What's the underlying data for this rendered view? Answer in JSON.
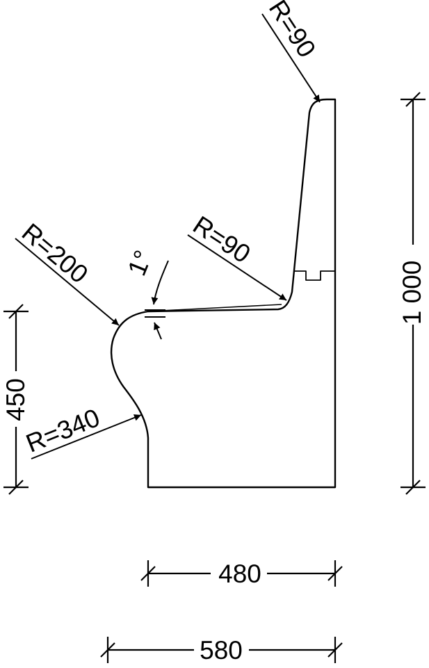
{
  "drawing": {
    "colors": {
      "line": "#000000",
      "background": "#ffffff"
    },
    "dimensions": {
      "overall_height": "1 000",
      "seat_height": "450",
      "seat_depth": "480",
      "overall_depth": "580"
    },
    "radii": {
      "backrest_top": "R=90",
      "seat_back": "R=90",
      "seat_front": "R=200",
      "front_lower": "R=340"
    },
    "angle": "1°"
  }
}
